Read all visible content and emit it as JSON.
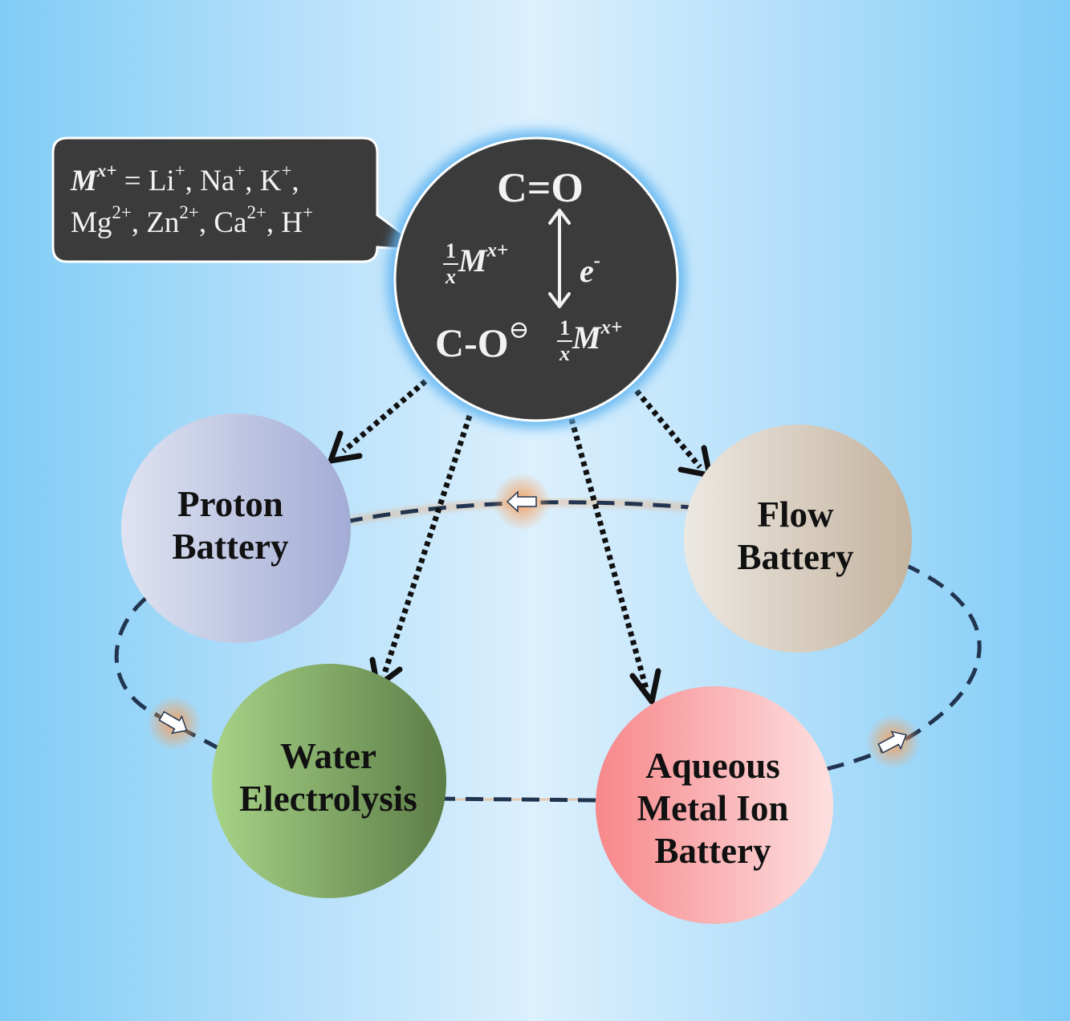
{
  "bubble": {
    "symbol": "M",
    "symbol_charge": "x+",
    "line1_ions": [
      {
        "base": "Li",
        "charge": "+"
      },
      {
        "base": "Na",
        "charge": "+"
      },
      {
        "base": "K",
        "charge": "+"
      }
    ],
    "line2_ions": [
      {
        "base": "Mg",
        "charge": "2+"
      },
      {
        "base": "Zn",
        "charge": "2+"
      },
      {
        "base": "Ca",
        "charge": "2+"
      },
      {
        "base": "H",
        "charge": "+"
      }
    ]
  },
  "center": {
    "top_formula": "C=O",
    "bottom_formula": "C-O",
    "bottom_charge": "⊖",
    "electron": "e",
    "electron_sup": "-",
    "frac_num": "1",
    "frac_den": "x",
    "ion": "M",
    "ion_charge": "x+"
  },
  "nodes": {
    "proton": {
      "line1": "Proton",
      "line2": "Battery",
      "colors": [
        "#dfe3f1",
        "#a2acd5"
      ]
    },
    "flow": {
      "line1": "Flow",
      "line2": "Battery",
      "colors": [
        "#ece8e2",
        "#c4b39e"
      ]
    },
    "water": {
      "line1": "Water",
      "line2": "Electrolysis",
      "colors": [
        "#a7d387",
        "#5c7d47"
      ]
    },
    "aqueous": {
      "line1": "Aqueous",
      "line2": "Metal Ion",
      "line3": "Battery",
      "colors": [
        "#f7878a",
        "#fde0e1"
      ]
    }
  },
  "colors": {
    "center_fill": "#3b3b3b",
    "center_glow": "#5db3f0",
    "dash_loop": "#223550",
    "glow": "#f0a060",
    "background_edge": "#80ccf6",
    "background_center": "#dcf0fd"
  }
}
